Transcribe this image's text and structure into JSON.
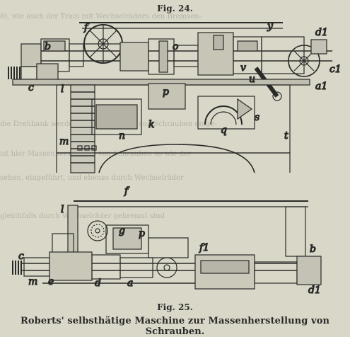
{
  "bleed_text": [
    "8), wie auch der Train mit Wechselrädern den Bremsen-",
    "die Drehbank werden zur Herstellung von Schrauben einge-",
    "ist hier Massenherstellung von Schrauben so wie der",
    "sehen, eingeführt, und ebenso durch Wechselräder",
    "gleichfalls durch Wechselräder gebremst sind"
  ],
  "figure_24": {
    "title": "Fig. 24.",
    "labels": [
      "f",
      "y",
      "d1",
      "b",
      "o",
      "v",
      "c1",
      "c",
      "u",
      "a1",
      "l",
      "p",
      "q",
      "s",
      "m",
      "n",
      "k",
      "t"
    ]
  },
  "figure_25": {
    "title": "Fig. 25.",
    "labels": [
      "f",
      "l",
      "g",
      "p",
      "f1",
      "b",
      "c",
      "m",
      "e",
      "d",
      "a",
      "d1"
    ]
  },
  "caption": "Roberts' selbsthätige Maschine zur Massenherstellung von Schrauben."
}
